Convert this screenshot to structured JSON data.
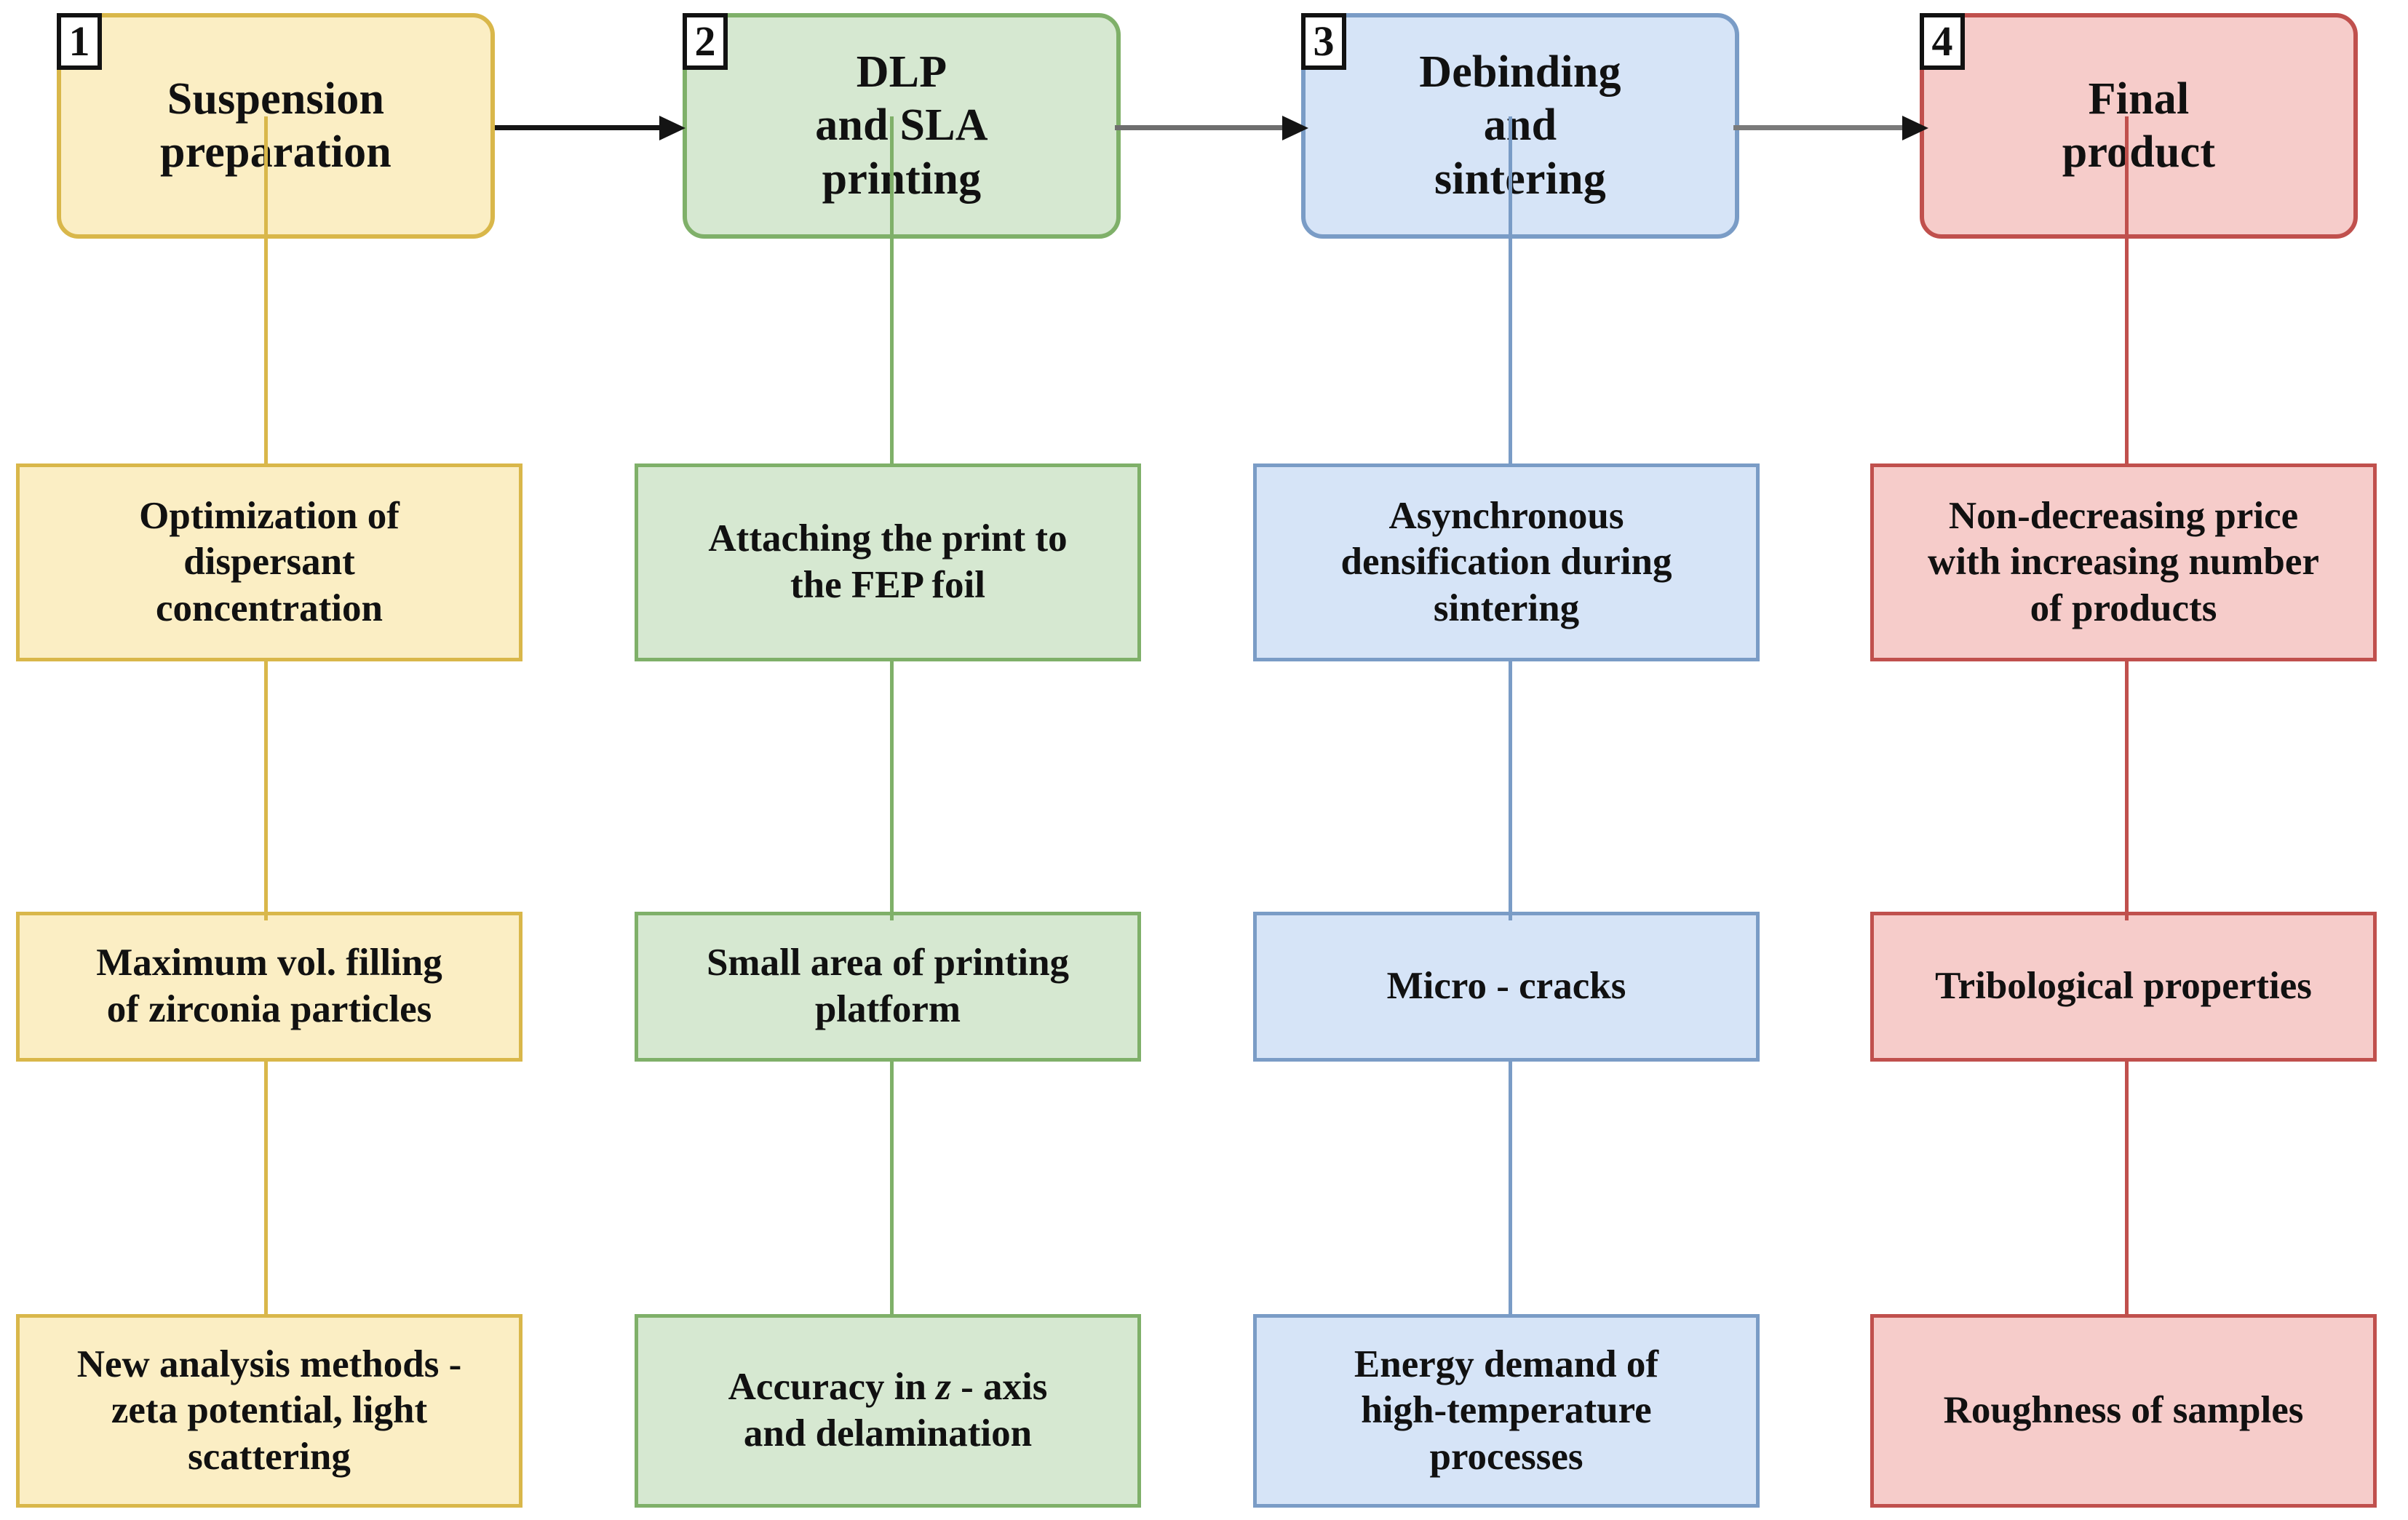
{
  "diagram": {
    "title": "Ceramic DLP/SLA additive manufacturing process chain with challenges",
    "type": "process-flow",
    "stage_count": 4,
    "rows_per_stage": 3
  },
  "palette": {
    "stage1_fill": "#fbeec4",
    "stage1_border": "#d9b74a",
    "stage2_fill": "#d6e8d1",
    "stage2_border": "#7fb069",
    "stage3_fill": "#d6e4f7",
    "stage3_border": "#7a9cc6",
    "stage4_fill": "#f6ccca",
    "stage4_border": "#c0504d",
    "arrow_1_2": "#141414",
    "arrow_2_3": "#6e6e6e",
    "arrow_3_4": "#7a7a7a",
    "badge_border": "#121212",
    "badge_fill": "#ffffff",
    "text": "#111111",
    "background": "#ffffff"
  },
  "stages": [
    {
      "number": "1",
      "title": "Suspension\npreparation",
      "items": [
        "Optimization of\ndispersant\nconcentration",
        "Maximum vol. filling\nof zirconia particles",
        "New analysis methods -\nzeta potential, light\nscattering"
      ]
    },
    {
      "number": "2",
      "title": "DLP\nand SLA\nprinting",
      "items": [
        "Attaching the print to\nthe FEP foil",
        "Small area of printing\nplatform",
        "Accuracy in z - axis\nand delamination"
      ]
    },
    {
      "number": "3",
      "title": "Debinding\nand\nsintering",
      "items": [
        "Asynchronous\ndensification during\nsintering",
        "Micro - cracks",
        "Energy demand of\nhigh-temperature\nprocesses"
      ]
    },
    {
      "number": "4",
      "title": "Final\nproduct",
      "items": [
        "Non-decreasing price\nwith increasing number\nof products",
        "Tribological properties",
        "Roughness of samples"
      ]
    }
  ]
}
